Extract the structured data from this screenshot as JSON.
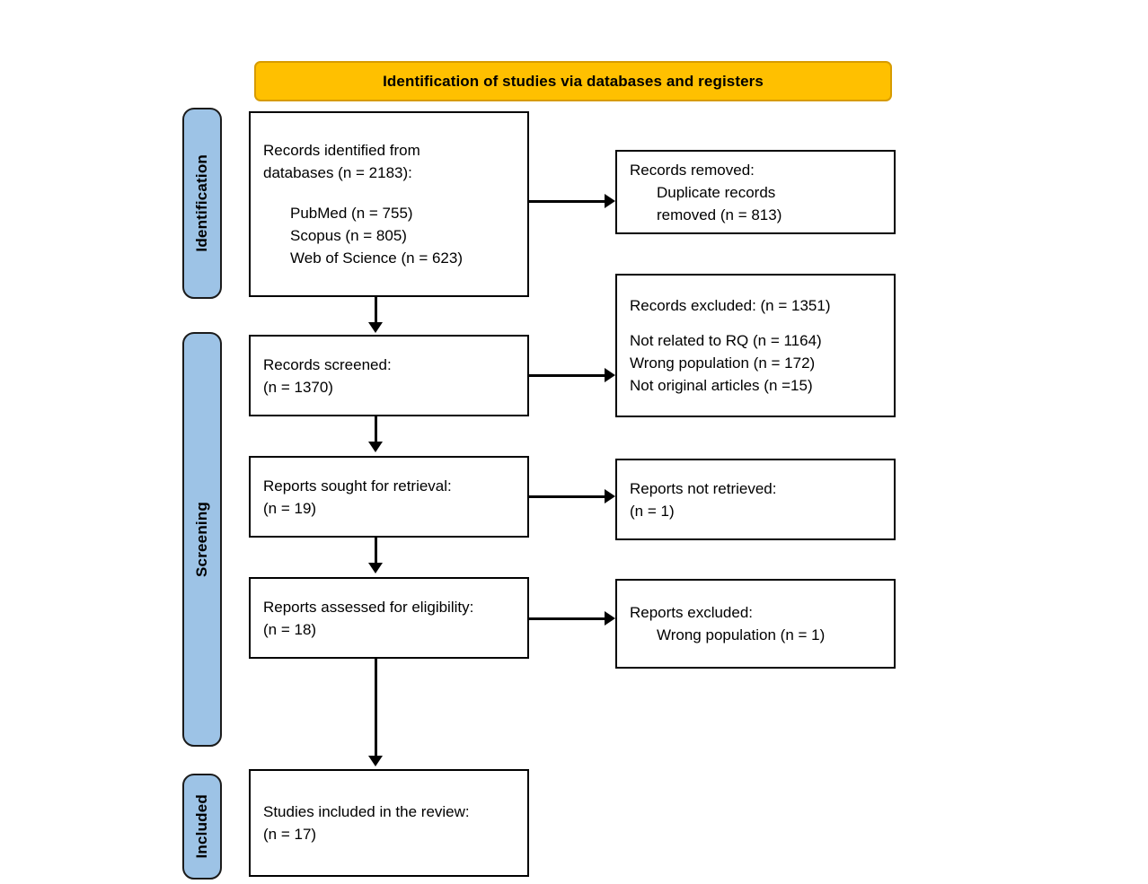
{
  "diagram": {
    "banner": {
      "label": "Identification of studies via databases and registers"
    },
    "stages": [
      {
        "name": "identification",
        "label": "Identification"
      },
      {
        "name": "screening",
        "label": "Screening"
      },
      {
        "name": "included",
        "label": "Included"
      }
    ],
    "boxes": {
      "records_identified": {
        "line1": "Records identified from",
        "line2": "databases (n = 2183):",
        "source1": "PubMed (n = 755)",
        "source2": "Scopus (n = 805)",
        "source3": "Web of Science (n = 623)"
      },
      "records_removed": {
        "line1": "Records removed:",
        "line2": "Duplicate records",
        "line3": "removed (n = 813)"
      },
      "records_screened": {
        "line1": "Records screened:",
        "line2": "(n = 1370)"
      },
      "records_excluded": {
        "line1": "Records excluded: (n = 1351)",
        "reason1": "Not related to RQ (n = 1164)",
        "reason2": "Wrong population (n = 172)",
        "reason3": "Not original articles (n =15)"
      },
      "reports_sought": {
        "line1": "Reports sought for retrieval:",
        "line2": "(n = 19)"
      },
      "reports_not_retrieved": {
        "line1": "Reports not retrieved:",
        "line2": "(n = 1)"
      },
      "reports_assessed": {
        "line1": "Reports assessed for eligibility:",
        "line2": "(n = 18)"
      },
      "reports_excluded": {
        "line1": "Reports excluded:",
        "line2": "Wrong population (n = 1)"
      },
      "studies_included": {
        "line1": "Studies included in the review:",
        "line2": "(n = 17)"
      }
    },
    "colors": {
      "banner_fill": "#ffc000",
      "banner_border": "#d79b00",
      "stage_fill": "#9dc3e6",
      "stage_border": "#1b1b1b",
      "box_border": "#000000",
      "connector": "#000000",
      "background": "#ffffff"
    }
  }
}
